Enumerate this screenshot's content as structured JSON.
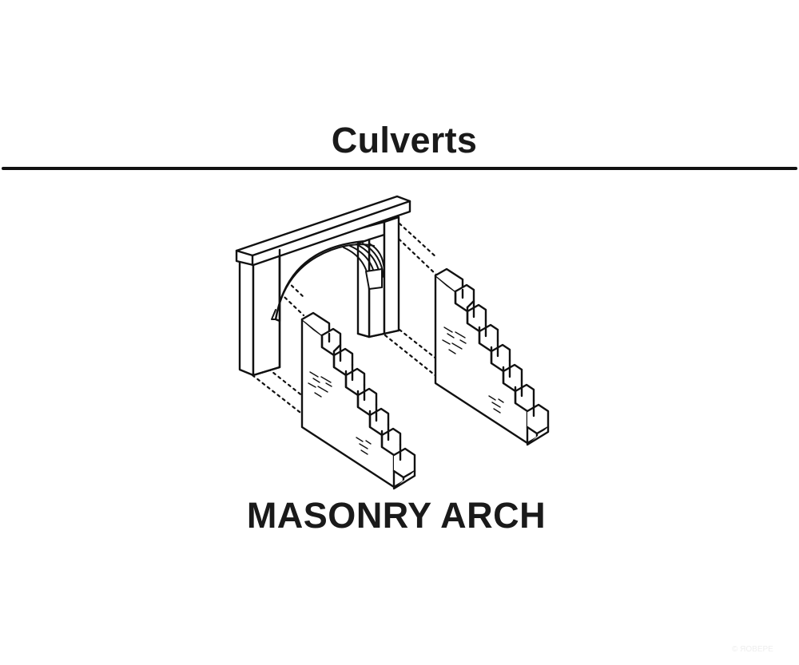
{
  "header": {
    "title": "Culverts"
  },
  "figure": {
    "caption": "MASONRY ARCH",
    "icon": "masonry-arch-culvert-illustration",
    "line_color": "#111111"
  },
  "footer": {
    "watermark": "© ЯОВЕРЕ"
  }
}
